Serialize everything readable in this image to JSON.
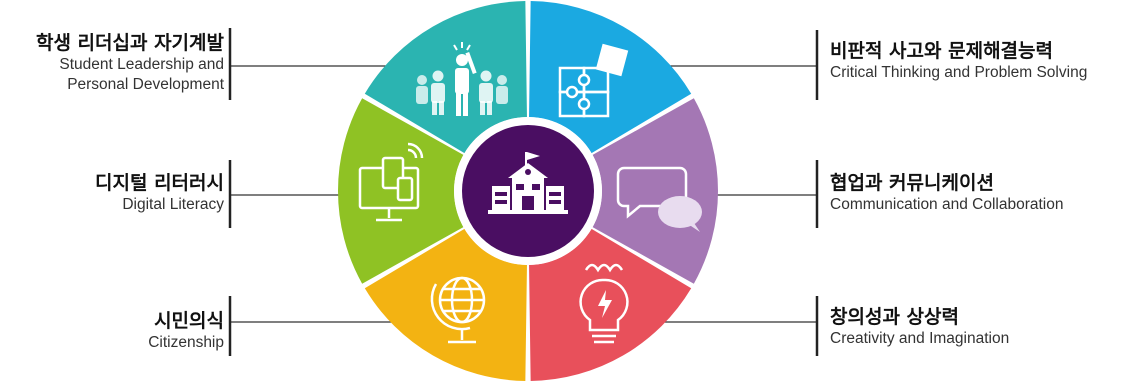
{
  "center": {
    "icon": "school-building-icon",
    "color": "#4a0e62"
  },
  "segments": [
    {
      "id": "leadership",
      "ko": "학생 리더십과 자기계발",
      "en_lines": [
        "Student Leadership and",
        "Personal Development"
      ],
      "color": "#2bb4b1",
      "icon": "people-leader-icon"
    },
    {
      "id": "critical",
      "ko": "비판적 사고와 문제해결능력",
      "en_lines": [
        "Critical Thinking and Problem Solving"
      ],
      "color": "#1ba9e1",
      "icon": "puzzle-icon"
    },
    {
      "id": "communication",
      "ko": "협업과 커뮤니케이션",
      "en_lines": [
        "Communication and Collaboration"
      ],
      "color": "#a477b4",
      "icon": "speech-bubbles-icon"
    },
    {
      "id": "creativity",
      "ko": "창의성과 상상력",
      "en_lines": [
        "Creativity and Imagination"
      ],
      "color": "#e8505b",
      "icon": "lightbulb-icon"
    },
    {
      "id": "citizenship",
      "ko": "시민의식",
      "en_lines": [
        "Citizenship"
      ],
      "color": "#f3b312",
      "icon": "globe-icon"
    },
    {
      "id": "digital",
      "ko": "디지털 리터러시",
      "en_lines": [
        "Digital Literacy"
      ],
      "color": "#8fc224",
      "icon": "devices-icon"
    }
  ]
}
